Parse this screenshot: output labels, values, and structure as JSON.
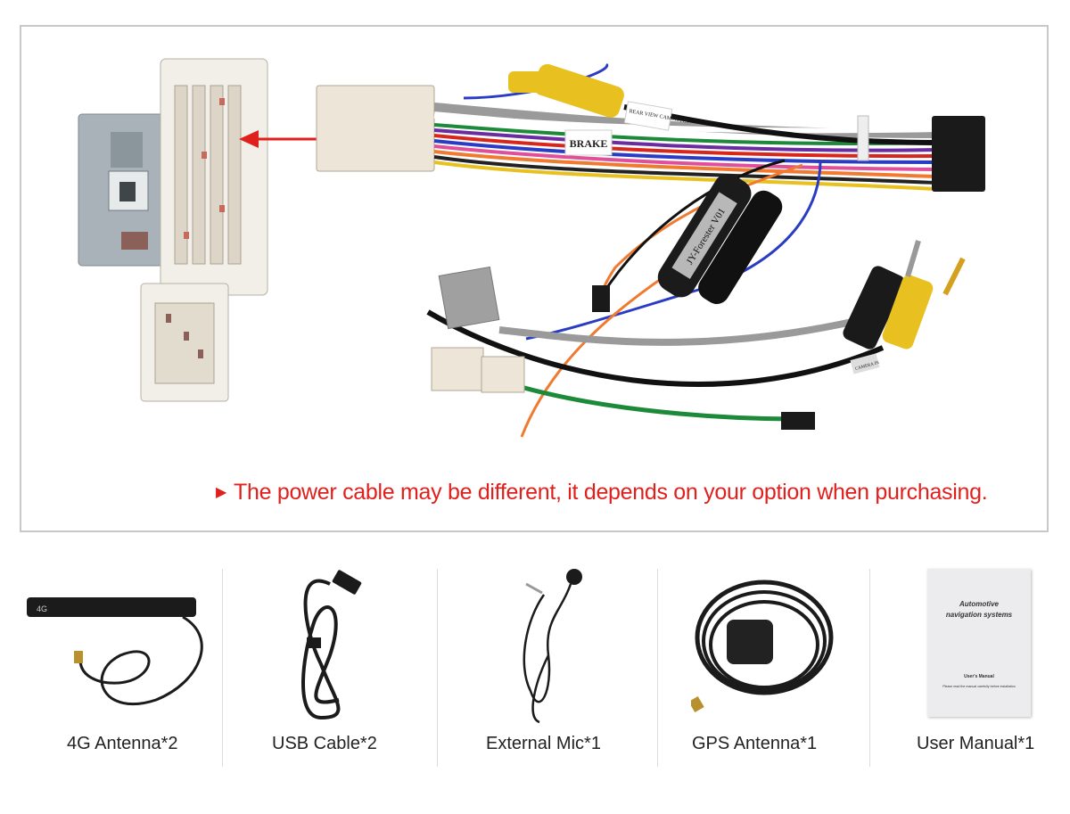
{
  "notice": {
    "marker": "▶",
    "text": "The power cable may be different, it depends on your option when purchasing."
  },
  "harness_labels": {
    "brake": "BRAKE",
    "rear_view": "REAR VIEW CAMERA IN",
    "module": "JY-Forester V01",
    "camera_in": "CAMERA IN"
  },
  "accessories": [
    {
      "name": "4G Antenna",
      "qty": "*2",
      "label": "4G Antenna*2",
      "badge": "4G"
    },
    {
      "name": "USB Cable",
      "qty": "*2",
      "label": "USB Cable*2"
    },
    {
      "name": "External Mic",
      "qty": "*1",
      "label": "External Mic*1"
    },
    {
      "name": "GPS Antenna",
      "qty": "*1",
      "label": "GPS Antenna*1"
    },
    {
      "name": "User Manual",
      "qty": "*1",
      "label": "User Manual*1"
    }
  ],
  "manual": {
    "title": "Automotive navigation systems",
    "subtitle": "User's Manual",
    "note": "Please read the manual carefully before installation"
  },
  "colors": {
    "notice": "#e0201c",
    "frame": "#c8c8c8",
    "arrow": "#e0201c"
  }
}
